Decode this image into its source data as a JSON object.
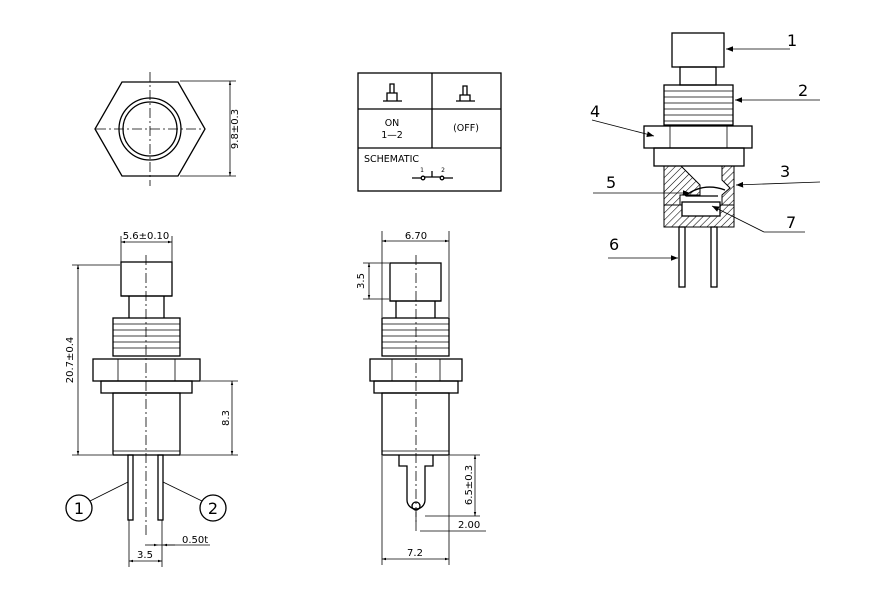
{
  "top_view": {
    "dim_height": "9.8±0.3"
  },
  "front_view": {
    "dim_cap_width": "5.6±0.10",
    "dim_total_height": "20.7±0.4",
    "dim_body_height": "8.3",
    "dim_pin_spacing": "3.5",
    "dim_pin_thickness": "0.50t",
    "pin1_label": "1",
    "pin2_label": "2"
  },
  "side_view": {
    "dim_nut_width": "6.70",
    "dim_cap_height": "3.5",
    "dim_pin_length": "6.5±0.3",
    "dim_hole": "2.00",
    "dim_body_width": "7.2"
  },
  "schematic_table": {
    "on_state": "ON",
    "on_contacts": "1—2",
    "off_state": "(OFF)",
    "schematic_label": "SCHEMATIC",
    "contact1": "1",
    "contact2": "2"
  },
  "callouts": [
    "1",
    "2",
    "3",
    "4",
    "5",
    "6",
    "7"
  ]
}
